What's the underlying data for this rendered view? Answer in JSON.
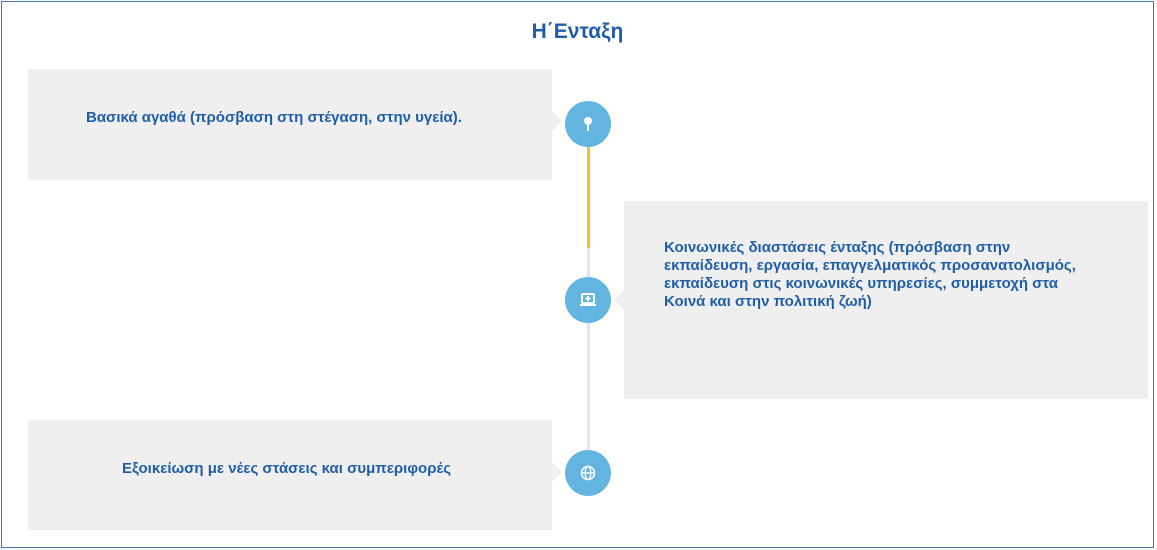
{
  "title": "Η΄Ενταξη",
  "items": [
    {
      "text": "Βασικά αγαθά (πρόσβαση στη στέγαση, στην υγεία).",
      "icon": "pin-icon"
    },
    {
      "text": "Κοινωνικές διαστάσεις ένταξης (πρόσβαση στην εκπαίδευση, εργασία, επαγγελματικός προσανατολισμός, εκπαίδευση στις κοινωνικές υπηρεσίες, συμμετοχή στα Κοινά και στην πολιτική ζωή)",
      "icon": "laptop-icon"
    },
    {
      "text": "Εξοικείωση με νέες στάσεις και συμπεριφορές",
      "icon": "globe-icon"
    }
  ],
  "colors": {
    "text": "#1f5ea8",
    "node": "#64b4e0",
    "progress_line": "#f2c12e",
    "timeline": "#e4e4e4",
    "card": "#efefef",
    "frame_border": "#4a72b8"
  }
}
